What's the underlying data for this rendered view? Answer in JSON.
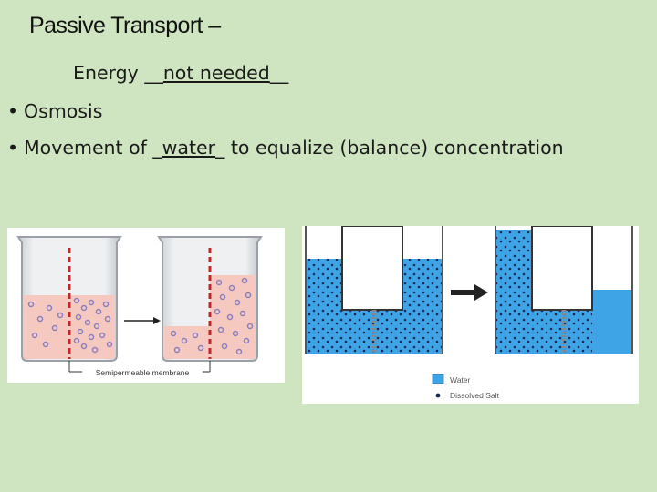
{
  "slide": {
    "title": "Passive Transport –",
    "energy": {
      "label": "Energy",
      "blank_before": "__",
      "answer": "not needed",
      "blank_after": "__"
    },
    "bullets": [
      {
        "marker": "•",
        "text": "Osmosis"
      },
      {
        "marker": "•",
        "prefix": "Movement of",
        "blank_before": "_",
        "answer": "water",
        "blank_after": "_",
        "suffix": "to equalize (balance) concentration"
      }
    ]
  },
  "figure_left": {
    "membrane_label": "Semipermeable membrane",
    "beaker_color": "#f6c9c0",
    "membrane_color": "#c0282a"
  },
  "figure_right": {
    "legend": [
      {
        "label": "Water",
        "icon": "blue-square"
      },
      {
        "label": "Dissolved Salt",
        "icon": "dark-dot"
      }
    ],
    "water_color": "#3fa4e6",
    "arrow_icon": "right-arrow"
  }
}
